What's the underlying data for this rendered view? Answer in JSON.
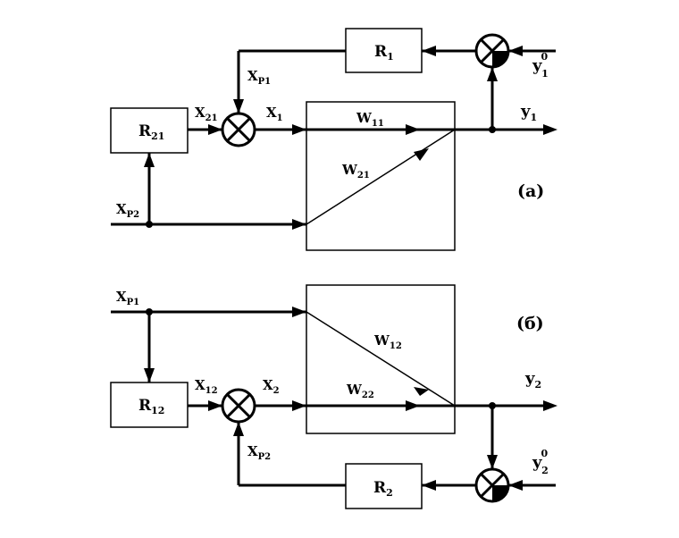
{
  "diagram_a": {
    "label": "(а)",
    "blocks": {
      "r1": "R",
      "r1_sub": "1",
      "r21": "R",
      "r21_sub": "21"
    },
    "signals": {
      "xp1": "X",
      "xp1_sub": "P1",
      "x21": "X",
      "x21_sub": "21",
      "x1": "X",
      "x1_sub": "1",
      "xp2": "X",
      "xp2_sub": "P2",
      "w11": "W",
      "w11_sub": "11",
      "w21": "W",
      "w21_sub": "21",
      "y1": "y",
      "y1_sub": "1",
      "y10": "y",
      "y10_sup": "0",
      "y10_sub": "1"
    }
  },
  "diagram_b": {
    "label": "(б)",
    "blocks": {
      "r12": "R",
      "r12_sub": "12",
      "r2": "R",
      "r2_sub": "2"
    },
    "signals": {
      "xp1": "X",
      "xp1_sub": "P1",
      "x12": "X",
      "x12_sub": "12",
      "x2": "X",
      "x2_sub": "2",
      "xp2": "X",
      "xp2_sub": "P2",
      "w12": "W",
      "w12_sub": "12",
      "w22": "W",
      "w22_sub": "22",
      "y2": "y",
      "y2_sub": "2",
      "y20": "y",
      "y20_sup": "0",
      "y20_sub": "2"
    }
  }
}
